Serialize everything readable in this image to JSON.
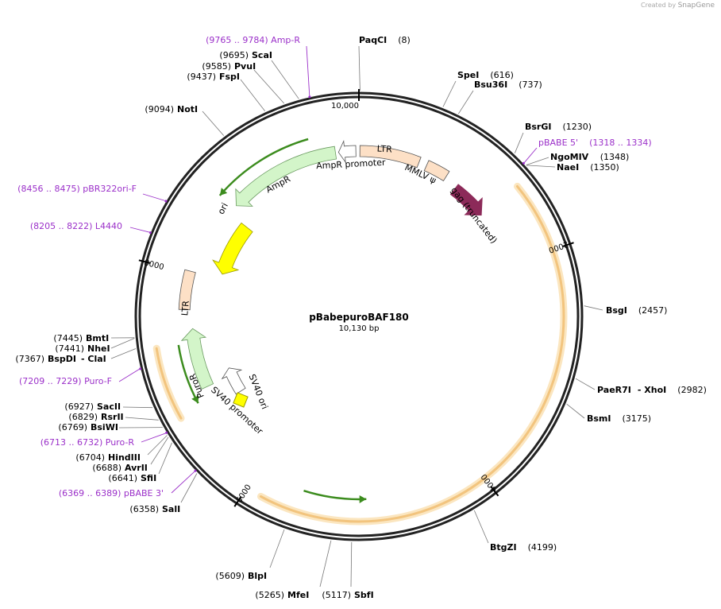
{
  "credit": {
    "prefix": "Created by",
    "brand": "SnapGene"
  },
  "plasmid": {
    "name": "pBabepuroBAF180",
    "size_label": "10,130 bp",
    "length": 10130
  },
  "colors": {
    "backbone": "#222222",
    "primer": "#9b30c9",
    "orf": "#f2c47e",
    "orf_glow": "#fbe6c0",
    "green": "#3c8c1e",
    "ampr": "#d3f5c9",
    "ori": "#ffff00",
    "ltr": "#fde0c6",
    "gag": "#8c2a59",
    "promoter": "#ffffff"
  },
  "tick_labels": [
    {
      "bp": 0,
      "text": "10,000"
    },
    {
      "bp": 2000,
      "text": "2000"
    },
    {
      "bp": 4000,
      "text": "4000"
    },
    {
      "bp": 6000,
      "text": "6000"
    },
    {
      "bp": 8000,
      "text": "8000"
    }
  ],
  "enzymes": [
    {
      "id": "paqci",
      "name": "PaqCI",
      "pos": "(8)",
      "bp": 8
    },
    {
      "id": "spei",
      "name": "SpeI",
      "pos": "(616)",
      "bp": 616
    },
    {
      "id": "bsu36i",
      "name": "Bsu36I",
      "pos": "(737)",
      "bp": 737
    },
    {
      "id": "bsrgi",
      "name": "BsrGI",
      "pos": "(1230)",
      "bp": 1230
    },
    {
      "id": "ngomiv",
      "name": "NgoMIV",
      "pos": "(1348)",
      "bp": 1348
    },
    {
      "id": "naei",
      "name": "NaeI",
      "pos": "(1350)",
      "bp": 1350
    },
    {
      "id": "bsgi",
      "name": "BsgI",
      "pos": "(2457)",
      "bp": 2457
    },
    {
      "id": "paer7i",
      "name": "PaeR7I",
      "extra": "- XhoI",
      "pos": "(2982)",
      "bp": 2982
    },
    {
      "id": "bsmi",
      "name": "BsmI",
      "pos": "(3175)",
      "bp": 3175
    },
    {
      "id": "btgzi",
      "name": "BtgZI",
      "pos": "(4199)",
      "bp": 4199
    },
    {
      "id": "sbfi",
      "name": "SbfI",
      "pos": "(5117)",
      "bp": 5117
    },
    {
      "id": "mfei",
      "name": "MfeI",
      "pos": "(5265)",
      "bp": 5265
    },
    {
      "id": "blpi",
      "name": "BlpI",
      "pos": "(5609)",
      "bp": 5609
    },
    {
      "id": "sali",
      "name": "SalI",
      "pos": "(6358)",
      "bp": 6358
    },
    {
      "id": "sfii",
      "name": "SfiI",
      "pos": "(6641)",
      "bp": 6641
    },
    {
      "id": "avrii",
      "name": "AvrII",
      "pos": "(6688)",
      "bp": 6688
    },
    {
      "id": "hindiii",
      "name": "HindIII",
      "pos": "(6704)",
      "bp": 6704
    },
    {
      "id": "bsiwi",
      "name": "BsiWI",
      "pos": "(6769)",
      "bp": 6769
    },
    {
      "id": "rsrii",
      "name": "RsrII",
      "pos": "(6829)",
      "bp": 6829
    },
    {
      "id": "sacii",
      "name": "SacII",
      "pos": "(6927)",
      "bp": 6927
    },
    {
      "id": "bspdi",
      "name": "BspDI",
      "extra": "- ClaI",
      "pos": "(7367)",
      "bp": 7367
    },
    {
      "id": "nhei",
      "name": "NheI",
      "pos": "(7441)",
      "bp": 7441
    },
    {
      "id": "bmti",
      "name": "BmtI",
      "pos": "(7445)",
      "bp": 7445
    },
    {
      "id": "noti",
      "name": "NotI",
      "pos": "(9094)",
      "bp": 9094
    },
    {
      "id": "fspi",
      "name": "FspI",
      "pos": "(9437)",
      "bp": 9437
    },
    {
      "id": "pvui",
      "name": "PvuI",
      "pos": "(9585)",
      "bp": 9585
    },
    {
      "id": "scai",
      "name": "ScaI",
      "pos": "(9695)",
      "bp": 9695
    }
  ],
  "primers": [
    {
      "id": "ampr",
      "label": "(9765 .. 9784)  Amp-R",
      "bp": 9774
    },
    {
      "id": "pbabe5",
      "label": "pBABE 5'",
      "range": "(1318 .. 1334)",
      "bp": 1326
    },
    {
      "id": "pbr322ori",
      "label": "(8456 .. 8475)  pBR322ori-F",
      "bp": 8465
    },
    {
      "id": "l4440",
      "label": "(8205 .. 8222)  L4440",
      "bp": 8213
    },
    {
      "id": "purof",
      "label": "(7209 .. 7229)  Puro-F",
      "bp": 7219
    },
    {
      "id": "puror",
      "label": "(6713 .. 6732)  Puro-R",
      "bp": 6722
    },
    {
      "id": "pbabe3",
      "label": "(6369 .. 6389)  pBABE 3'",
      "bp": 6379
    }
  ],
  "features": [
    {
      "id": "ltr-top",
      "label": "LTR"
    },
    {
      "id": "mmlv",
      "label": "MMLV ψ"
    },
    {
      "id": "gag",
      "label": "gag (truncated)"
    },
    {
      "id": "ampr-promoter",
      "label": "AmpR promoter"
    },
    {
      "id": "ampr",
      "label": "AmpR"
    },
    {
      "id": "ori",
      "label": "ori"
    },
    {
      "id": "ltr-left",
      "label": "LTR"
    },
    {
      "id": "puror",
      "label": "PuroR"
    },
    {
      "id": "sv40-ori",
      "label": "SV40 ori"
    },
    {
      "id": "sv40-promoter",
      "label": "SV40 promoter"
    }
  ]
}
